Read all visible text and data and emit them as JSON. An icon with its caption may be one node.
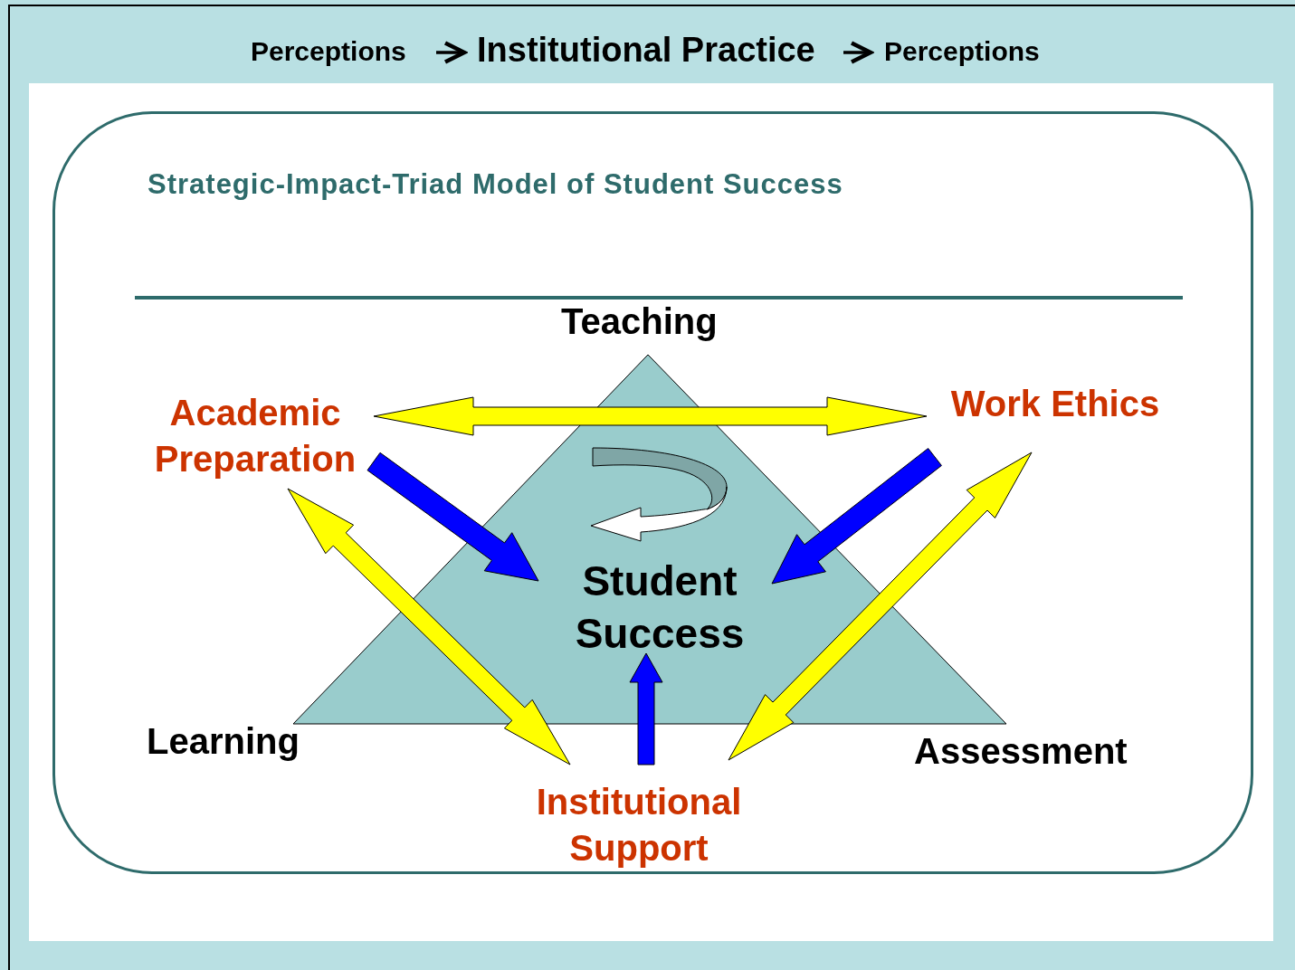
{
  "diagram": {
    "nodes": [
      {
        "text": [
          "Perceptions"
        ]
      },
      {
        "text": [
          "Institutional Practice"
        ]
      },
      {
        "text": [
          "Perceptions"
        ]
      },
      {
        "text": [
          "Strategic-Impact-Triad Model of Student Success"
        ]
      },
      {
        "text": [
          "Student Success"
        ],
        "in": 3
      },
      {
        "text": [
          "Academic Preparation"
        ],
        "in": 3
      },
      {
        "text": [
          "Work Ethics"
        ],
        "in": 3
      },
      {
        "text": [
          "Institutional Support"
        ],
        "in": 3
      }
    ],
    "edges": [
      {
        "from": 0,
        "to": 1,
        "arrow": "to"
      },
      {
        "from": 1,
        "to": 2,
        "arrow": "to"
      },
      {
        "from": 5,
        "to": 6,
        "arrow": "both",
        "style": "thick",
        "color": "#ffff00"
      },
      {
        "from": 5,
        "to": 7,
        "arrow": "both",
        "style": "thick",
        "color": "#ffff00"
      },
      {
        "from": 6,
        "to": 7,
        "arrow": "both",
        "style": "thick",
        "color": "#ffff00"
      },
      {
        "from": 5,
        "to": 4,
        "arrow": "to",
        "style": "thick",
        "color": "#0000ff"
      },
      {
        "from": 6,
        "to": 4,
        "arrow": "to",
        "style": "thick",
        "color": "#0000ff"
      },
      {
        "from": 7,
        "to": 4,
        "arrow": "to",
        "style": "thick",
        "color": "#0000ff"
      }
    ],
    "labels": [
      "Teaching",
      "Learning",
      "Assessment"
    ]
  }
}
